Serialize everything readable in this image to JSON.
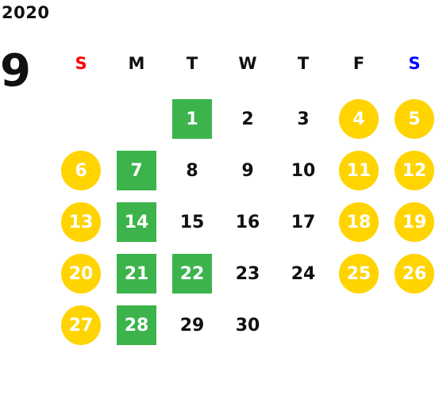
{
  "calendar": {
    "year": "2020",
    "month": "9",
    "weekdays": [
      {
        "label": "S",
        "color": "#ff0000"
      },
      {
        "label": "M",
        "color": "#111111"
      },
      {
        "label": "T",
        "color": "#111111"
      },
      {
        "label": "W",
        "color": "#111111"
      },
      {
        "label": "T",
        "color": "#111111"
      },
      {
        "label": "F",
        "color": "#111111"
      },
      {
        "label": "S",
        "color": "#0000ff"
      }
    ],
    "first_weekday_index": 2,
    "colors": {
      "holiday_green": "#3cb44b",
      "weekend_yellow": "#ffd400"
    },
    "days": [
      {
        "day": "1",
        "style": "green"
      },
      {
        "day": "2",
        "style": "plain"
      },
      {
        "day": "3",
        "style": "plain"
      },
      {
        "day": "4",
        "style": "yellow"
      },
      {
        "day": "5",
        "style": "yellow"
      },
      {
        "day": "6",
        "style": "yellow"
      },
      {
        "day": "7",
        "style": "green"
      },
      {
        "day": "8",
        "style": "plain"
      },
      {
        "day": "9",
        "style": "plain"
      },
      {
        "day": "10",
        "style": "plain"
      },
      {
        "day": "11",
        "style": "yellow"
      },
      {
        "day": "12",
        "style": "yellow"
      },
      {
        "day": "13",
        "style": "yellow"
      },
      {
        "day": "14",
        "style": "green"
      },
      {
        "day": "15",
        "style": "plain"
      },
      {
        "day": "16",
        "style": "plain"
      },
      {
        "day": "17",
        "style": "plain"
      },
      {
        "day": "18",
        "style": "yellow"
      },
      {
        "day": "19",
        "style": "yellow"
      },
      {
        "day": "20",
        "style": "yellow"
      },
      {
        "day": "21",
        "style": "green"
      },
      {
        "day": "22",
        "style": "green"
      },
      {
        "day": "23",
        "style": "plain"
      },
      {
        "day": "24",
        "style": "plain"
      },
      {
        "day": "25",
        "style": "yellow"
      },
      {
        "day": "26",
        "style": "yellow"
      },
      {
        "day": "27",
        "style": "yellow"
      },
      {
        "day": "28",
        "style": "green"
      },
      {
        "day": "29",
        "style": "plain"
      },
      {
        "day": "30",
        "style": "plain"
      }
    ]
  }
}
